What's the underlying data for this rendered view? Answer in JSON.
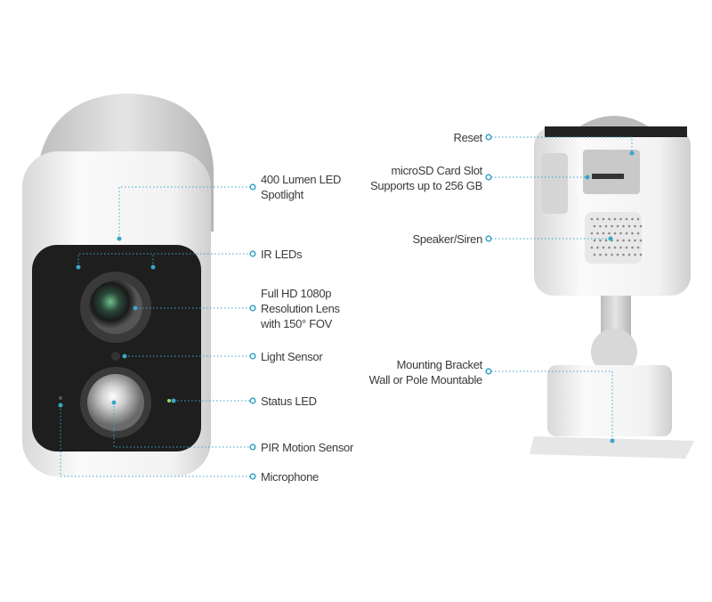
{
  "accent_color": "#3aa5c8",
  "left_labels": {
    "spotlight": "400 Lumen LED\nSpotlight",
    "ir_leds": "IR LEDs",
    "lens": "Full HD 1080p\nResolution Lens\nwith 150° FOV",
    "light_sensor": "Light Sensor",
    "status_led": "Status LED",
    "pir": "PIR Motion Sensor",
    "microphone": "Microphone"
  },
  "right_labels": {
    "reset": "Reset",
    "microsd": "microSD Card Slot\nSupports up to 256 GB",
    "speaker": "Speaker/Siren",
    "bracket": "Mounting Bracket\nWall or Pole Mountable"
  }
}
